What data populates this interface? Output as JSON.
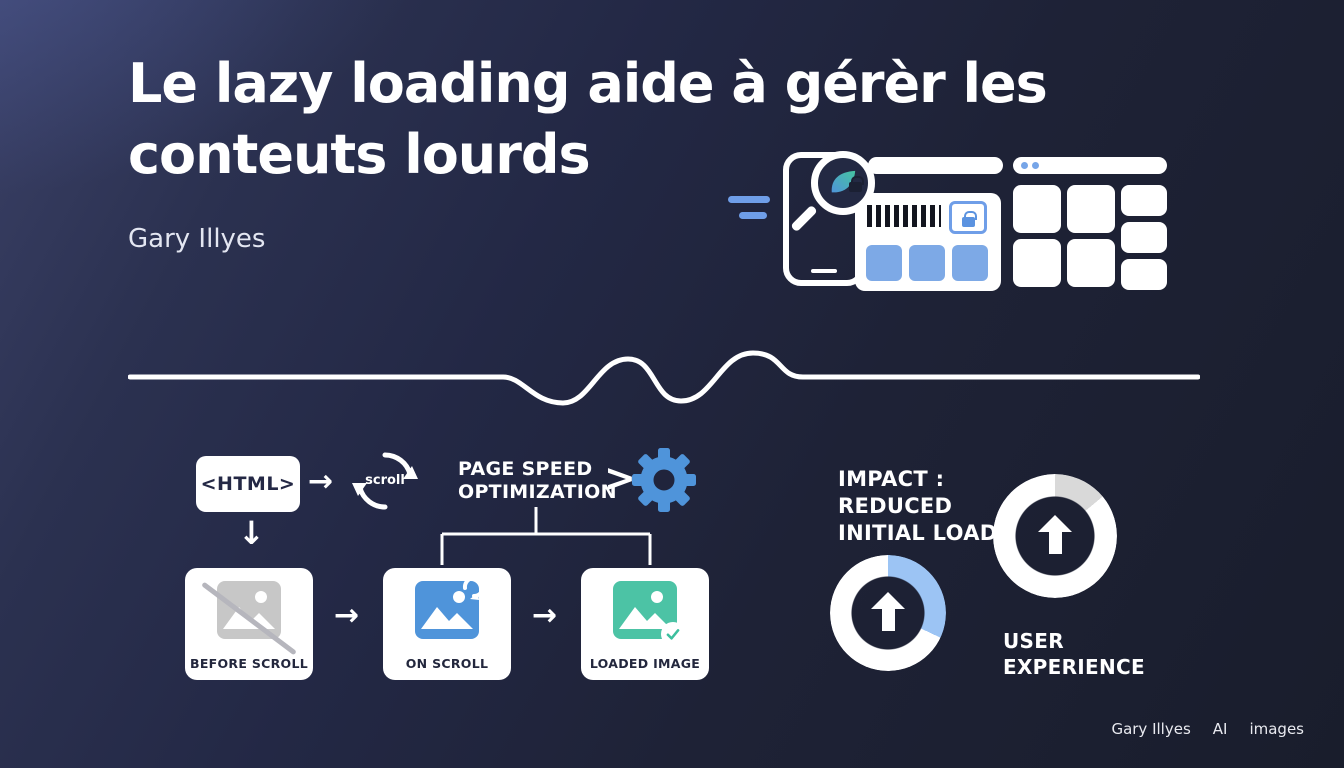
{
  "slide": {
    "title_line1": "Le lazy loading aide à gérèr les",
    "title_line2": "conteuts lourds",
    "author": "Gary Illyes"
  },
  "flow": {
    "html_label": "<HTML>",
    "arrow_right": "→",
    "arrow_down": "↓",
    "scroll_label": "scroll",
    "page_speed_line1": "PAGE SPEED",
    "page_speed_line2": "OPTIMIZATION",
    "chevron": ">",
    "before_scroll_label": "BEFORE SCROLL",
    "on_scroll_label": "ON SCROLL",
    "loaded_image_label": "LOADED IMAGE"
  },
  "impact": {
    "line1": "IMPACT :",
    "line2": "REDUCED",
    "line3": "INITIAL LOAD"
  },
  "user_experience": {
    "line1": "USER",
    "line2": "EXPERIENCE"
  },
  "donuts": {
    "initial_load": {
      "filled_percent": 32,
      "fill_color": "#9cc4f4",
      "ring_color": "#ffffff"
    },
    "user_experience": {
      "filled_percent": 14,
      "fill_color": "#d9d9d9",
      "ring_color": "#ffffff"
    }
  },
  "footer": {
    "credit": "Gary Illyes",
    "tag_ai": "AI",
    "tag_images": "images"
  },
  "icons": {
    "magnifier": "magnifying-glass",
    "lock": "padlock",
    "scroll": "circular-arrows",
    "gear": "gear",
    "image_placeholder": "image-mountains-sun",
    "check": "checkmark",
    "up_arrow": "block-arrow-up"
  },
  "colors": {
    "accent_blue": "#4f94da",
    "light_blue": "#7da9e6",
    "teal": "#4cc3a5",
    "gray": "#c7c7c7",
    "background": "#20253c"
  }
}
